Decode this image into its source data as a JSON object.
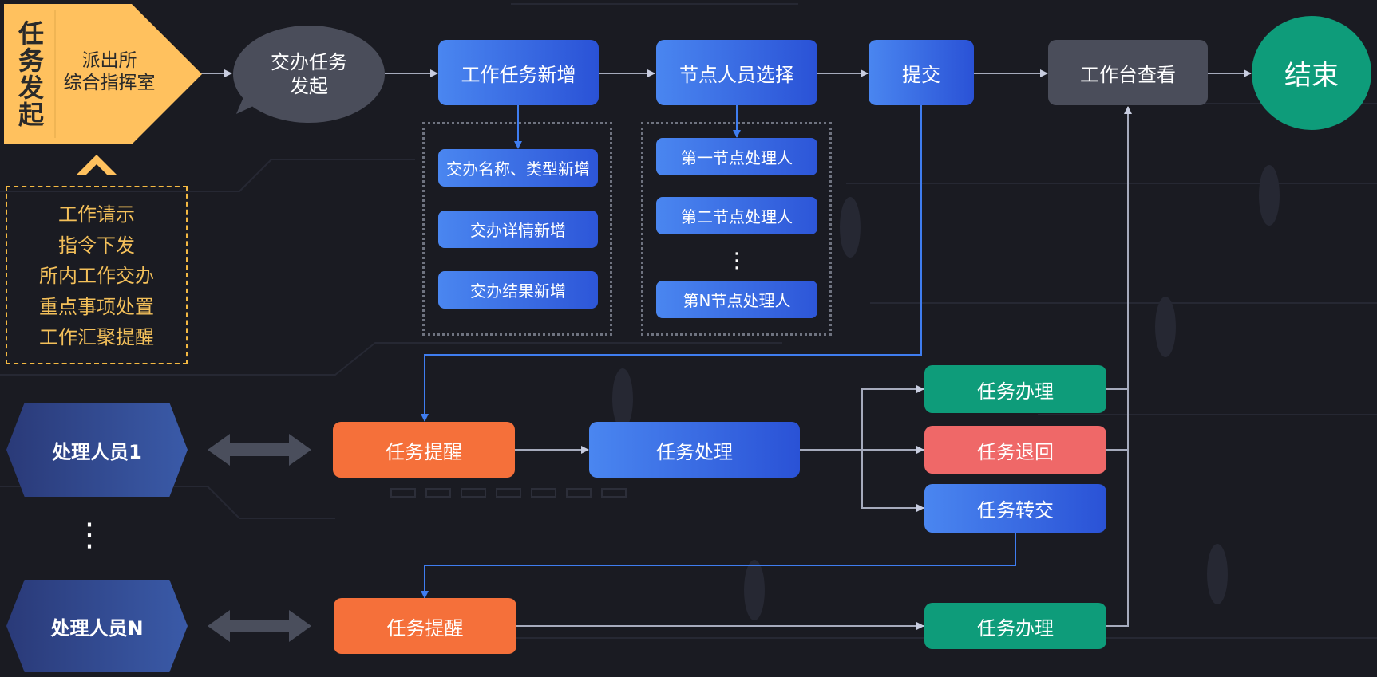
{
  "start": {
    "title": "任务发起",
    "org_line1": "派出所",
    "org_line2": "综合指挥室"
  },
  "sources": [
    "工作请示",
    "指令下发",
    "所内工作交办",
    "重点事项处置",
    "工作汇聚提醒"
  ],
  "flow": {
    "bubble_line1": "交办任务",
    "bubble_line2": "发起",
    "add_task": "工作任务新增",
    "node_select": "节点人员选择",
    "submit": "提交",
    "workbench": "工作台查看",
    "end": "结束"
  },
  "add_task_items": [
    "交办名称、类型新增",
    "交办详情新增",
    "交办结果新增"
  ],
  "node_items": {
    "first": "第一节点处理人",
    "second": "第二节点处理人",
    "ellipsis": "⋮",
    "nth": "第N节点处理人"
  },
  "handlers": {
    "first": "处理人员1",
    "nth": "处理人员N",
    "ellipsis": "⋮"
  },
  "process": {
    "remind": "任务提醒",
    "handle": "任务处理",
    "done": "任务办理",
    "return": "任务退回",
    "transfer": "任务转交"
  },
  "colors": {
    "background": "#1a1b22",
    "blue_start": "#4a86f0",
    "blue_end": "#2a52d6",
    "gray": "#4a4d5a",
    "orange": "#f5703a",
    "green": "#0e9c7a",
    "red": "#ef6868",
    "yellow": "#ffc15e"
  }
}
